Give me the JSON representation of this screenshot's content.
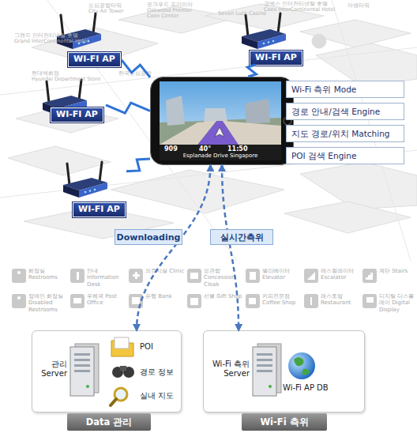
{
  "diagram": {
    "nodes": [
      {
        "text": [
          "WI-FI AP"
        ]
      },
      {
        "text": [
          "WI-FI AP"
        ]
      },
      {
        "text": [
          "WI-FI AP"
        ]
      },
      {
        "text": [
          "WI-FI AP"
        ]
      },
      {
        "text": [
          "909",
          "40°",
          "11:50",
          "Esplanade Drive Singapore"
        ]
      },
      {
        "text": [
          "Wi-Fi 측위 Mode"
        ]
      },
      {
        "text": [
          "경로 안내/검색 Engine"
        ]
      },
      {
        "text": [
          "지도 경로/위치 Matching"
        ]
      },
      {
        "text": [
          "POI 검색 Engine"
        ]
      },
      {
        "text": [
          "관리 Server",
          "POI",
          "경로 정보",
          "실내 지도",
          "Data 관리"
        ]
      },
      {
        "text": [
          "Wi-Fi 측위 Server",
          "Wi-Fi AP DB",
          "Wi-Fi 측위"
        ]
      }
    ],
    "edges": [
      {
        "from": 0,
        "to": 4,
        "arrow": "none"
      },
      {
        "from": 1,
        "to": 4,
        "arrow": "none"
      },
      {
        "from": 2,
        "to": 4,
        "arrow": "none"
      },
      {
        "from": 3,
        "to": 4,
        "arrow": "none"
      },
      {
        "from": 4,
        "to": 9,
        "label": "Downloading",
        "arrow": "both"
      },
      {
        "from": 4,
        "to": 10,
        "label": "실시간측위",
        "arrow": "both"
      }
    ],
    "labels": [
      "도심공항타워",
      "City Air Tower",
      "오크우드 프리미어",
      "Oakwood Premier",
      "Coex Center",
      "Seven Luck Casino",
      "코엑스 인터컨티넨탈 호텔",
      "Coex InterContinental Hotel",
      "아셈타워",
      "그랜드 인터컨티넨탈 호텔",
      "Grand InterContinental Hotel",
      "현대백화점",
      "Hyundai Department Store",
      "한국도심공항",
      "화장실 Restrooms",
      "안내 Information Desk",
      "의료시설 Clinic",
      "보관함 Concession Cloak",
      "엘리베이터 Elevator",
      "에스컬레이터 Escalator",
      "계단 Stairs",
      "장애인 화장실 Disabled Restrooms",
      "우체국 Post Office",
      "은행 Bank",
      "선물 Gift Shop",
      "커피전문점 Coffee Shop",
      "레스토랑 Restaurant",
      "디지털 디스플레이 Digital Display"
    ]
  }
}
